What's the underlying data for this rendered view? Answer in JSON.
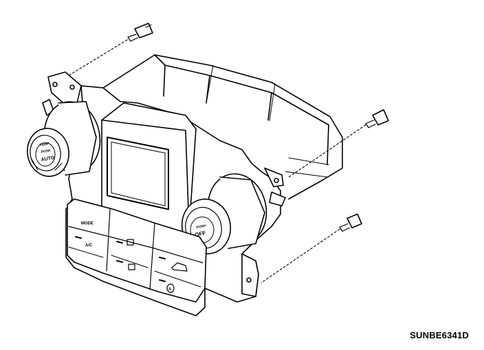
{
  "figure": {
    "code": "SUNBE6341D",
    "left_knob": {
      "line1": "TEMP",
      "line2": "PUSH",
      "line3": "AUTO"
    },
    "right_knob": {
      "line1": "PUSH",
      "line2": "OFF"
    },
    "buttons": {
      "mode": "MODE",
      "ac": "A/C",
      "auto_badge": "A"
    }
  }
}
